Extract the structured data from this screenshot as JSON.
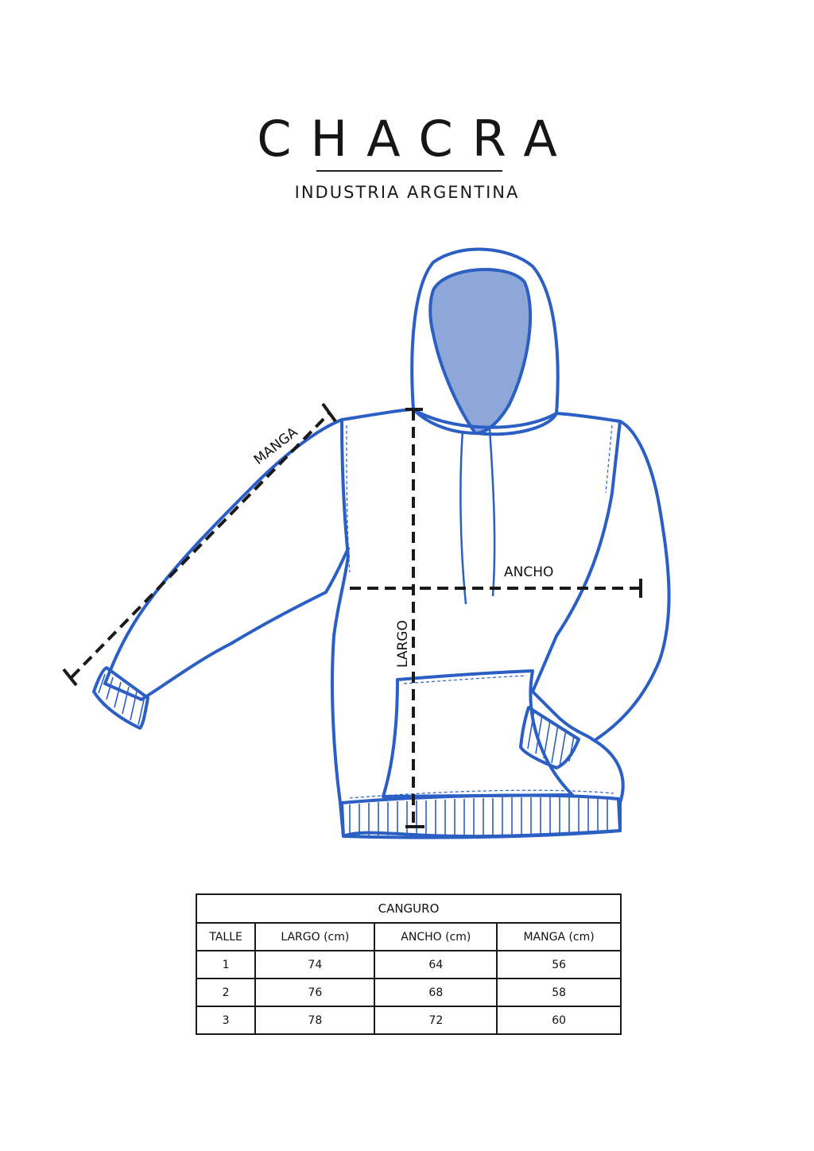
{
  "brand": {
    "name": "CHACRA",
    "subtitle": "INDUSTRIA ARGENTINA"
  },
  "diagram": {
    "labels": {
      "sleeve": "MANGA",
      "width": "ANCHO",
      "length": "LARGO"
    },
    "colors": {
      "outline": "#2b5fc4",
      "shading": "#2f5fb8",
      "measure": "#1a1a1a"
    }
  },
  "table": {
    "title": "CANGURO",
    "headers": [
      "TALLE",
      "LARGO (cm)",
      "ANCHO (cm)",
      "MANGA (cm)"
    ],
    "rows": [
      [
        "1",
        "74",
        "64",
        "56"
      ],
      [
        "2",
        "76",
        "68",
        "58"
      ],
      [
        "3",
        "78",
        "72",
        "60"
      ]
    ]
  }
}
